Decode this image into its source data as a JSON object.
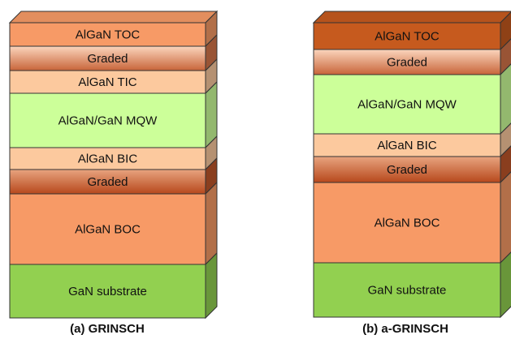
{
  "stacks": [
    {
      "caption": "(a) GRINSCH",
      "layers": [
        {
          "label": "AlGaN TOC",
          "color": "#f79a66",
          "style": "flat"
        },
        {
          "label": "Graded",
          "color": "#d4744a",
          "style": "graded-down"
        },
        {
          "label": "AlGaN TIC",
          "color": "#fcc99e",
          "style": "flat"
        },
        {
          "label": "AlGaN/GaN MQW",
          "color": "#ccff99",
          "style": "flat"
        },
        {
          "label": "AlGaN BIC",
          "color": "#fcc99e",
          "style": "flat"
        },
        {
          "label": "Graded",
          "color": "#c0562a",
          "style": "graded-up"
        },
        {
          "label": "AlGaN BOC",
          "color": "#f79a66",
          "style": "flat"
        },
        {
          "label": "GaN substrate",
          "color": "#92d050",
          "style": "flat"
        }
      ]
    },
    {
      "caption": "(b) a-GRINSCH",
      "layers": [
        {
          "label": "AlGaN TOC",
          "color": "#c65a1e",
          "style": "flat"
        },
        {
          "label": "Graded",
          "color": "#d4744a",
          "style": "graded-down"
        },
        {
          "label": "AlGaN/GaN MQW",
          "color": "#ccff99",
          "style": "flat"
        },
        {
          "label": "AlGaN BIC",
          "color": "#fcc99e",
          "style": "flat"
        },
        {
          "label": "Graded",
          "color": "#c0562a",
          "style": "graded-up"
        },
        {
          "label": "AlGaN BOC",
          "color": "#f79a66",
          "style": "flat"
        },
        {
          "label": "GaN substrate",
          "color": "#92d050",
          "style": "flat"
        }
      ]
    }
  ]
}
